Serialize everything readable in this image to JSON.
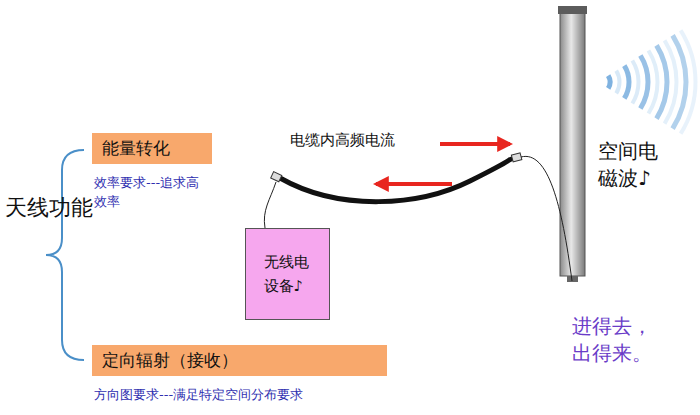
{
  "diagram": {
    "nodes": [
      {
        "text": [
          "能量转化",
          "效率要求---追求高效率"
        ]
      },
      {
        "text": [
          "无线电设备♪"
        ]
      },
      {
        "text": [
          "定向辐射（接收）",
          "方向图要求---满足特定空间分布要求"
        ]
      }
    ],
    "labels": [
      "天线功能",
      "电缆内高频电流",
      "空间电磁波♪",
      "进得去，出得来。"
    ]
  }
}
